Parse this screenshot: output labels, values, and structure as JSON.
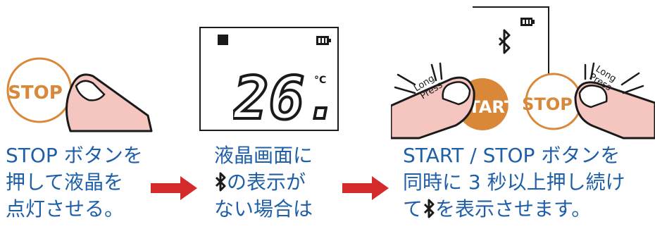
{
  "step1": {
    "button_label": "STOP",
    "caption": [
      "STOP ボタンを",
      "押して液晶を",
      "点灯させる。"
    ]
  },
  "step2": {
    "display_value": "26.0",
    "display_unit": "°C",
    "caption_line1": "液晶画面に",
    "caption_line2_suffix": "の表示が",
    "caption_line3": "ない場合は"
  },
  "step3": {
    "start_label": "START",
    "stop_label": "STOP",
    "long_press_left": [
      "Long",
      "Press"
    ],
    "long_press_right": [
      "Long",
      "Press"
    ],
    "caption_line1": "START / STOP ボタンを",
    "caption_line2": "同時に 3 秒以上押し続け",
    "caption_line3_prefix": "て",
    "caption_line3_suffix": "を表示させます。"
  },
  "icons": {
    "bluetooth": "bluetooth-icon",
    "battery": "battery-icon",
    "arrow": "arrow-right-icon",
    "stop_square": "stop-square-icon",
    "finger": "finger-icon"
  },
  "colors": {
    "caption_text": "#1f5fa8",
    "button_orange": "#d9883a",
    "arrow_red": "#d42a2a",
    "finger_skin": "#f4c6bf",
    "outline": "#1a1a1a"
  }
}
